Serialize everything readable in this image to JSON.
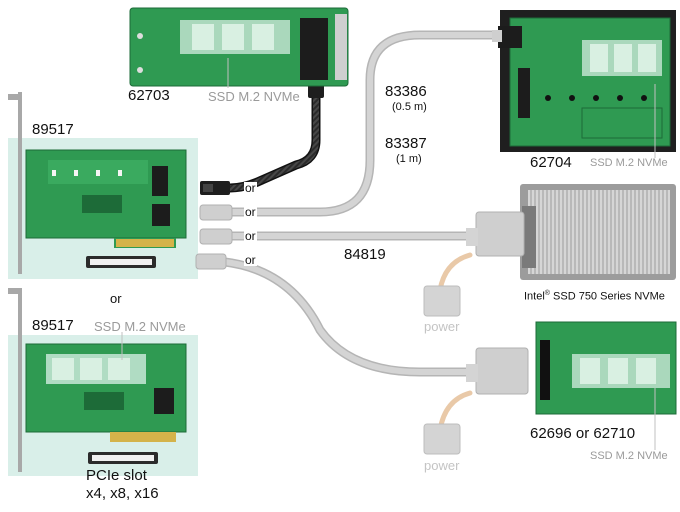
{
  "labels": {
    "m2_adapter_top": "62703",
    "m2_adapter_top_ssd": "SSD M.2 NVMe",
    "card_upper": "89517",
    "card_lower": "89517",
    "or_between_cards": "or",
    "card_lower_ssd": "SSD M.2 NVMe",
    "pcie_slot_line1": "PCIe slot",
    "pcie_slot_line2": "x4, x8, x16",
    "cable_83386": "83386",
    "cable_83386_len": "(0.5 m)",
    "cable_83387": "83387",
    "cable_83387_len": "(1 m)",
    "cable_84819": "84819",
    "or_1": "or",
    "or_2": "or",
    "or_3": "or",
    "or_4": "or",
    "frame_adapter": "62704",
    "frame_adapter_ssd": "SSD M.2 NVMe",
    "intel_ssd_brand": "Intel",
    "intel_ssd_reg": "®",
    "intel_ssd_rest": " SSD 750 Series NVMe",
    "power_1": "power",
    "power_2": "power",
    "u2_adapter": "62696 or 62710",
    "u2_adapter_ssd": "SSD M.2 NVMe"
  },
  "colors": {
    "pcb_green": "#2f9a52",
    "pcb_dark": "#1f7a3e",
    "panel_bg": "#d9efe9",
    "cable_gray": "#c8c8c8",
    "cable_black": "#1e1e1e",
    "connector_gray": "#bdbdbd",
    "label_gray": "#9a9a9a"
  }
}
